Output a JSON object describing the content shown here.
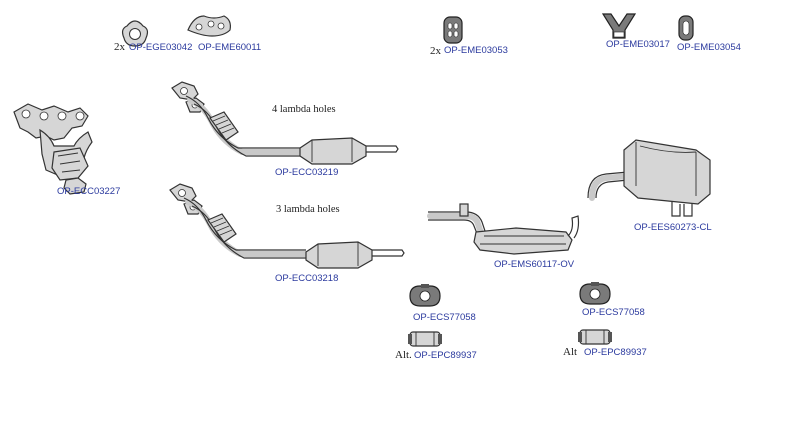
{
  "parts": {
    "gasket_ege": {
      "qty": "2x",
      "code": "OP-EGE03042"
    },
    "gasket_eme60011": {
      "code": "OP-EME60011"
    },
    "hanger_eme03053": {
      "qty": "2x",
      "code": "OP-EME03053"
    },
    "hanger_eme03017": {
      "code": "OP-EME03017"
    },
    "hanger_eme03054": {
      "code": "OP-EME03054"
    },
    "manifold_ecc03227": {
      "code": "OP-ECC03227"
    },
    "converter_ecc03219": {
      "code": "OP-ECC03219",
      "note": "4 lambda holes"
    },
    "converter_ecc03218": {
      "code": "OP-ECC03218",
      "note": "3 lambda holes"
    },
    "middle_ems60117": {
      "code": "OP-EMS60117-OV"
    },
    "rear_ees60273": {
      "code": "OP-EES60273-CL"
    },
    "clamp_left": {
      "code": "OP-ECS77058"
    },
    "clamp_right": {
      "code": "OP-ECS77058"
    },
    "sleeve_left": {
      "alt": "Alt.",
      "code": "OP-EPC89937"
    },
    "sleeve_right": {
      "alt": "Alt",
      "code": "OP-EPC89937"
    }
  },
  "colors": {
    "code_text": "#2b3a9e",
    "part_fill": "#d6d6d6",
    "outline": "#333333"
  }
}
